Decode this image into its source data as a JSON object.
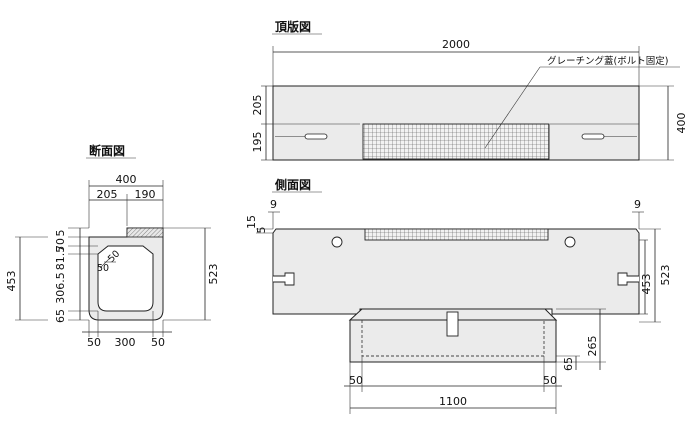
{
  "titles": {
    "top_view": "頂版図",
    "section": "断面図",
    "side_view": "側面図"
  },
  "top_view": {
    "width": "2000",
    "h_upper": "205",
    "h_lower": "195",
    "height_total": "400",
    "note": "グレーチング蓋(ボルト固定)"
  },
  "section": {
    "width_total": "400",
    "w_left": "205",
    "w_right": "190",
    "dims_left": [
      "5",
      "70",
      "81.5",
      "306.5",
      "65"
    ],
    "height_left": "453",
    "height_right": "523",
    "chamfer": "50",
    "bottom_dims": [
      "50",
      "300",
      "50"
    ]
  },
  "side_view": {
    "top_left": "9",
    "top_right": "9",
    "left_upper": "15",
    "left_lower": "5",
    "height_523": "523",
    "height_453": "453",
    "base_265": "265",
    "base_65": "65",
    "base_left": "50",
    "base_right": "50",
    "base_width": "1100"
  },
  "colors": {
    "line": "#222222",
    "body_fill": "#ebebeb",
    "hatch": "#555555"
  }
}
